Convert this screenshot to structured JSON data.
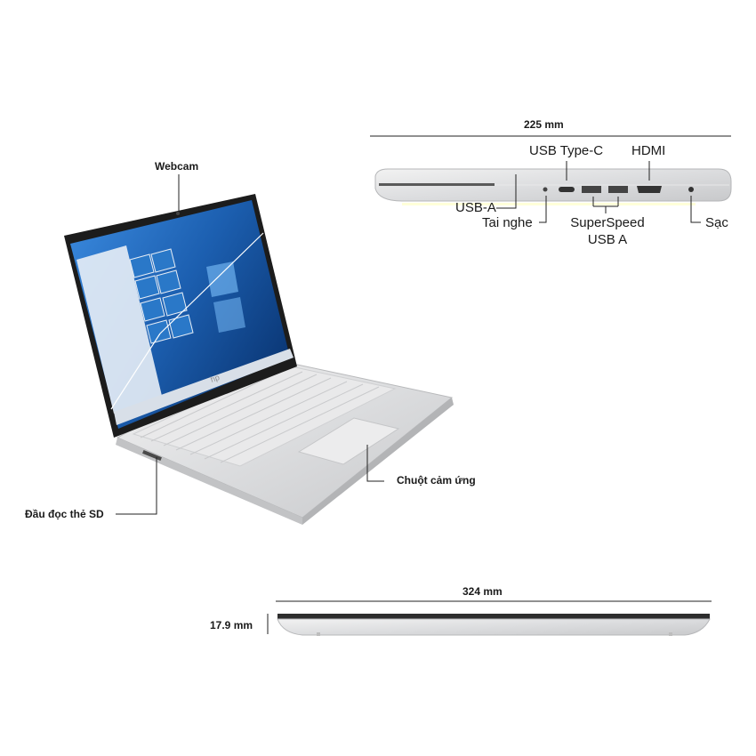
{
  "labels": {
    "width_top": "225 mm",
    "usb_type_c": "USB Type-C",
    "hdmi": "HDMI",
    "usb_a": "USB-A",
    "headphone": "Tai nghe",
    "superspeed": "SuperSpeed",
    "superspeed_2": "USB A",
    "charge": "Sạc",
    "webcam": "Webcam",
    "sd_reader": "Đầu đọc thẻ SD",
    "touchpad": "Chuột cảm ứng",
    "width_bottom": "324 mm",
    "thickness": "17.9 mm"
  },
  "colors": {
    "silver": "#d9dadb",
    "screen_blue": "#1b67b5",
    "bezel": "#1c1c1c",
    "line": "#222222"
  }
}
